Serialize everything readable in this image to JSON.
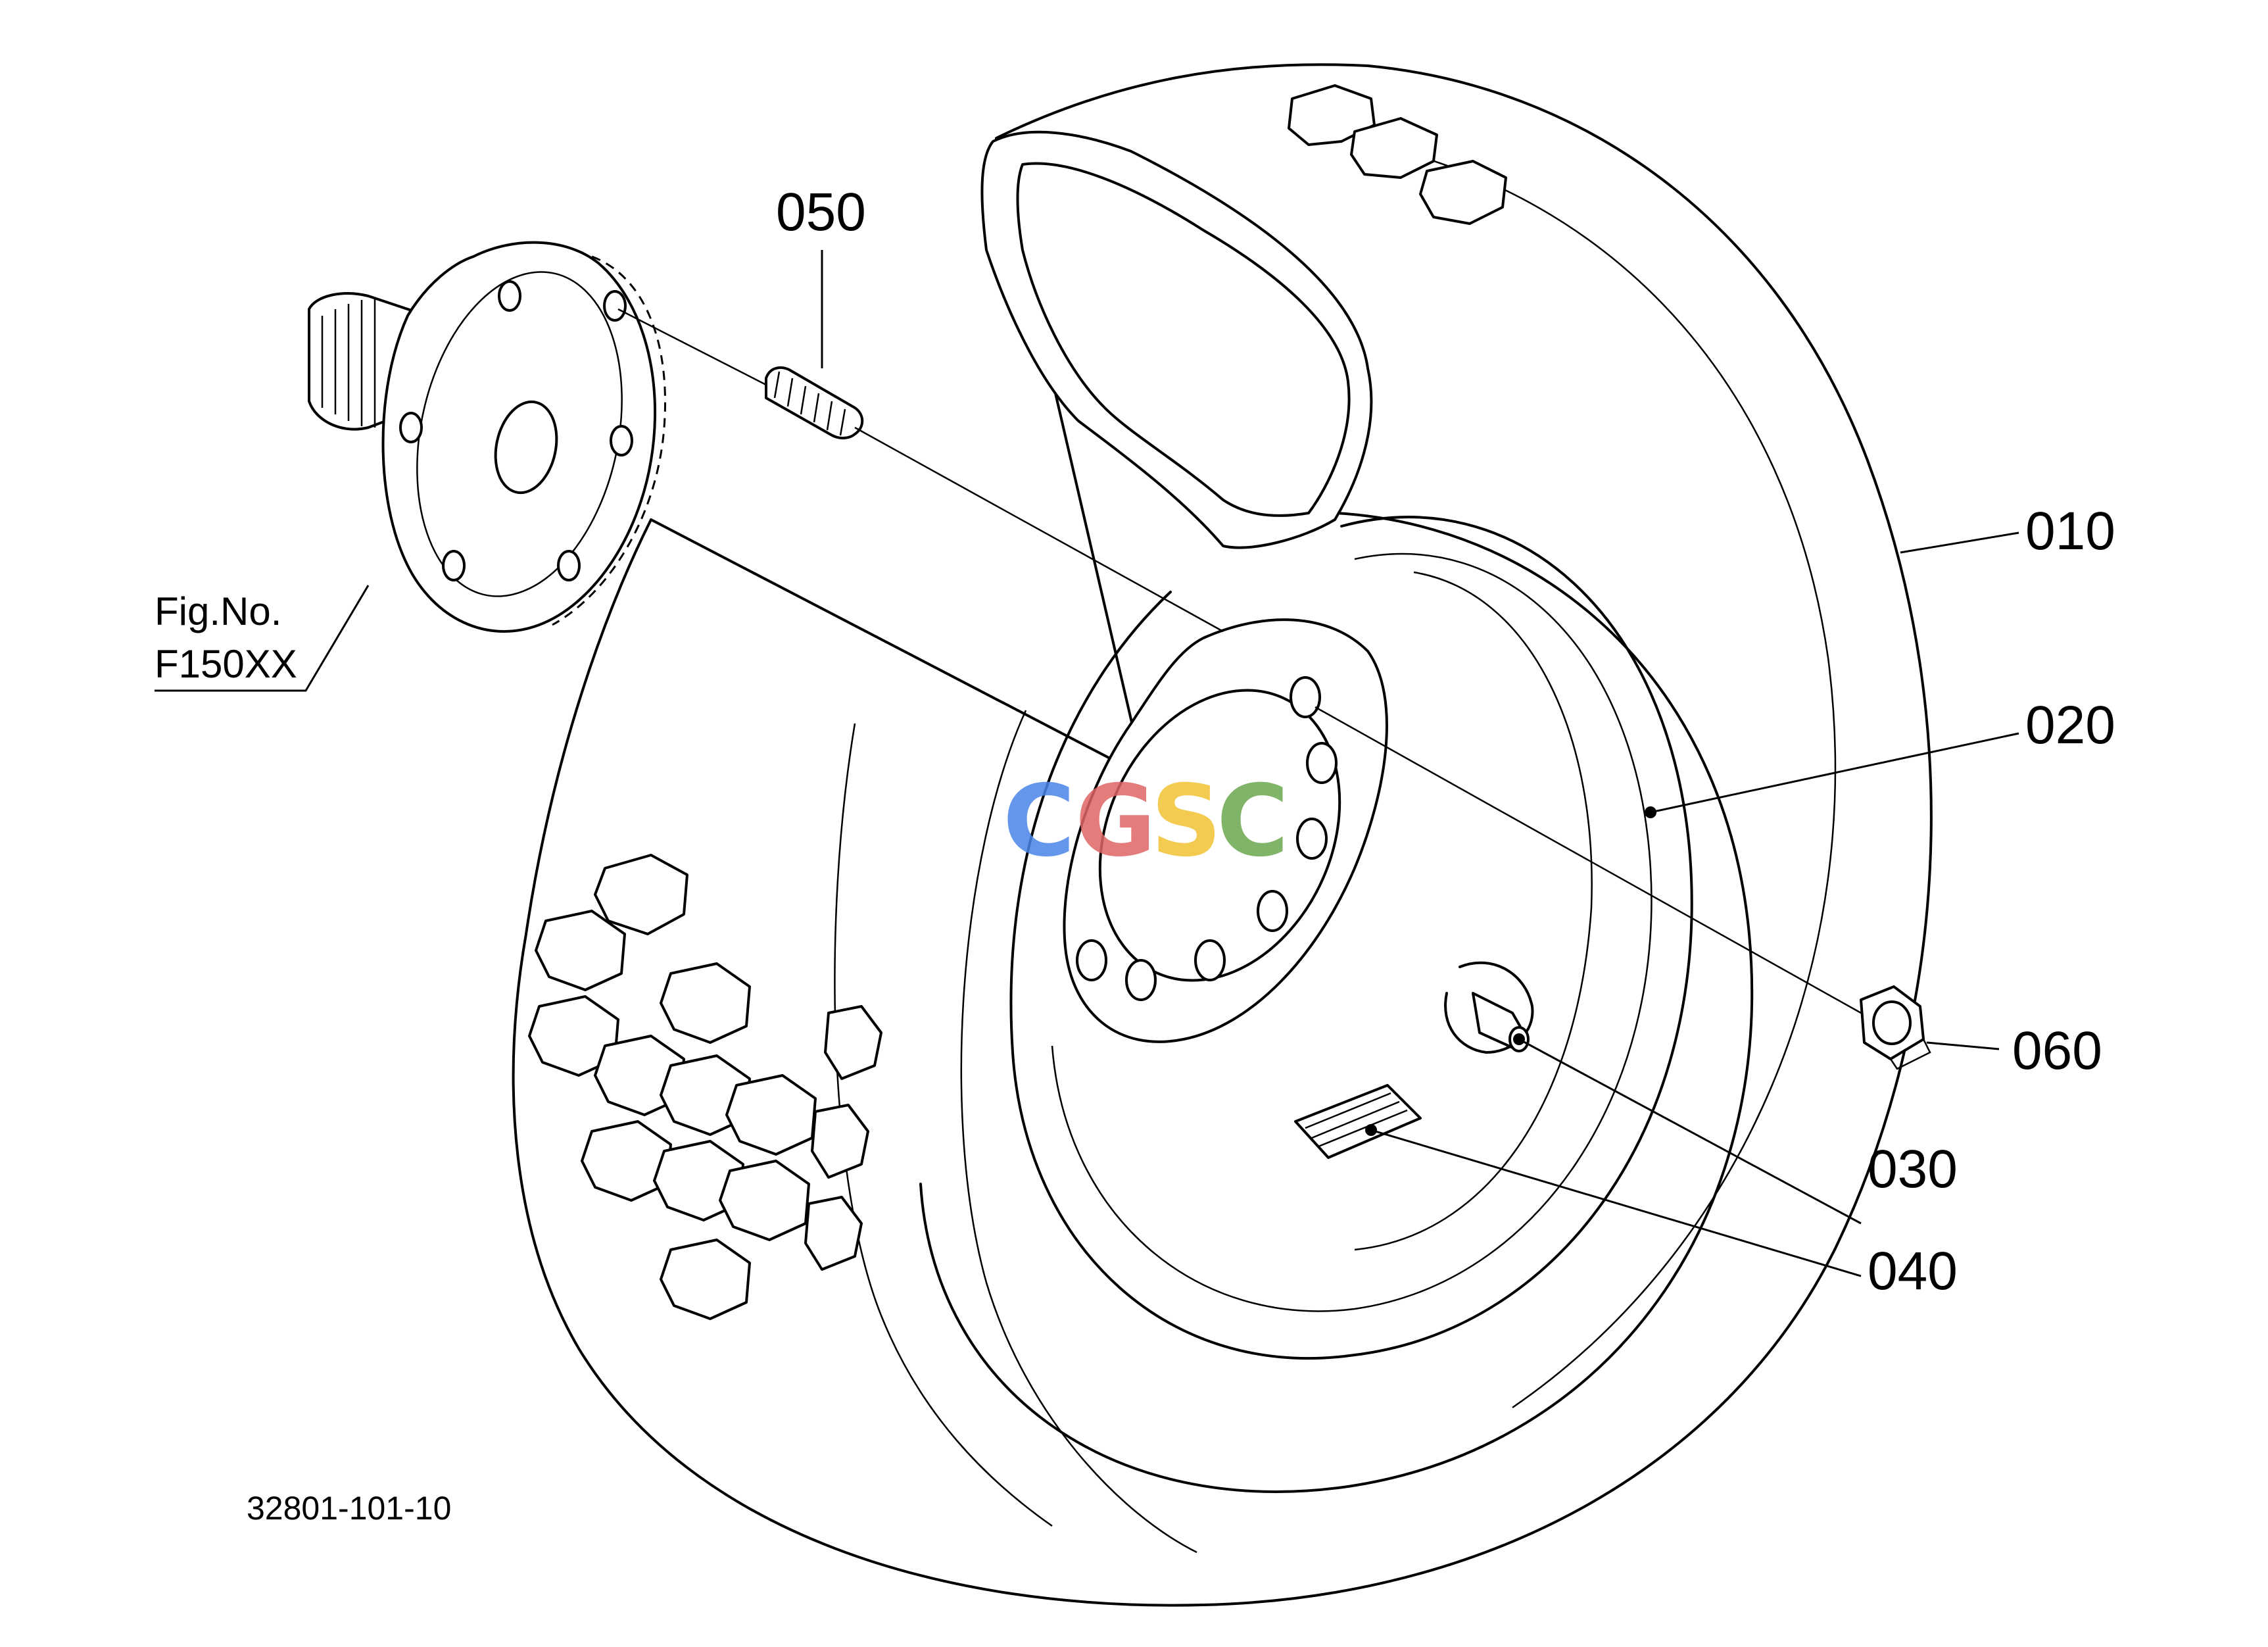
{
  "diagram": {
    "callouts": [
      "050",
      "010",
      "020",
      "060",
      "030",
      "040"
    ],
    "figure_ref": {
      "line1": "Fig.No.",
      "line2": "F150XX"
    },
    "document_number": "32801-101-10",
    "watermark": {
      "letters": [
        "C",
        "G",
        "S",
        "C"
      ],
      "colors": [
        "#4a86e8",
        "#e06666",
        "#f1c232",
        "#6aa84f"
      ]
    },
    "parts": {
      "tire": "010",
      "rim": "020",
      "valve": "030",
      "label": "040",
      "stud": "050",
      "nut": "060"
    }
  }
}
